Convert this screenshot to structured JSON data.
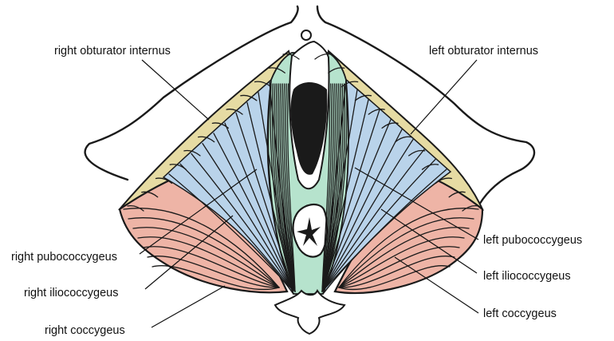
{
  "labels": {
    "right_obturator_internus": "right obturator internus",
    "left_obturator_internus": "left obturator internus",
    "right_pubococcygeus": "right pubococcygeus",
    "right_iliococcygeus": "right iliococcygeus",
    "right_coccygeus": "right coccygeus",
    "left_pubococcygeus": "left pubococcygeus",
    "left_iliococcygeus": "left iliococcygeus",
    "left_coccygeus": "left coccygeus"
  },
  "colors": {
    "obturator_internus": "#e6dba3",
    "iliococcygeus": "#b9d3ea",
    "pubococcygeus": "#b6e3cd",
    "coccygeus": "#eeb4a6",
    "bone": "#ffffff",
    "outline": "#1a1a1a"
  }
}
